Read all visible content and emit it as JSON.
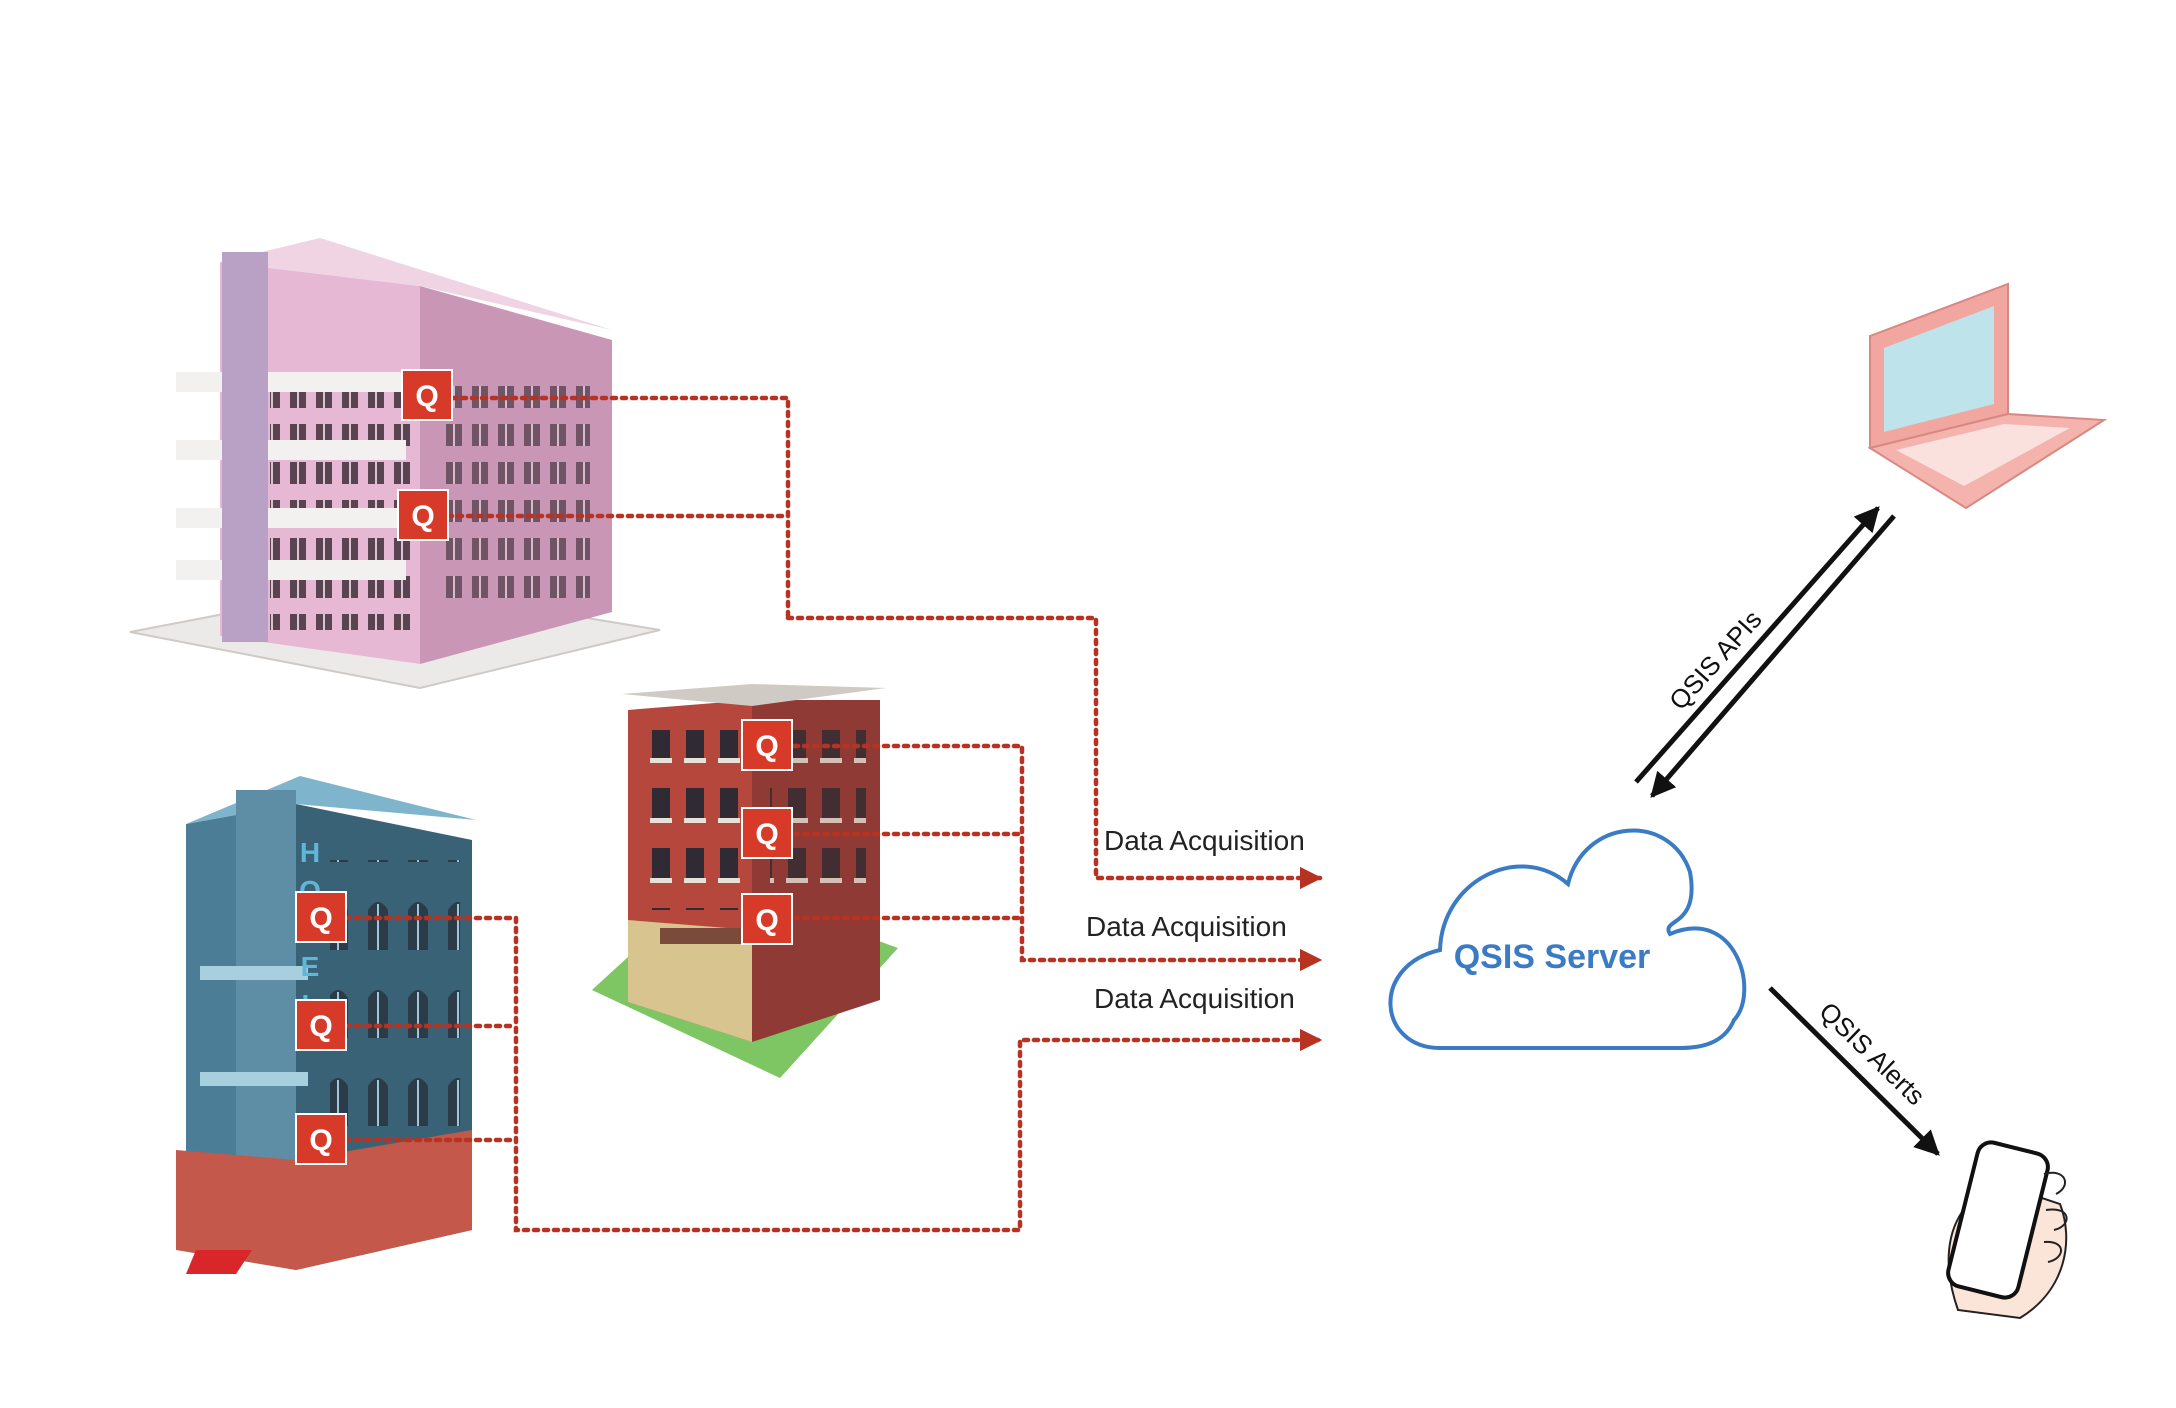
{
  "flows": [
    {
      "label": "Data Acquisition"
    },
    {
      "label": "Data Acquisition"
    },
    {
      "label": "Data Acquisition"
    }
  ],
  "server": {
    "label": "QSIS Server"
  },
  "apis": {
    "label": "QSIS APIs"
  },
  "alerts": {
    "label": "QSIS Alerts"
  },
  "sensor": {
    "label": "Q"
  },
  "hotel_sign": {
    "letters": [
      "H",
      "O",
      "T",
      "E",
      "L"
    ]
  },
  "colors": {
    "sensor_red": "#d83a2a",
    "dotted_line": "#b83222",
    "cloud_blue": "#3b7bc4",
    "building_pink": "#e6b8d4",
    "building_brick": "#b5473d",
    "building_teal": "#4c7d96",
    "laptop_pink": "#f2a6a0"
  },
  "icons": [
    "pink-building-icon",
    "brick-building-icon",
    "hotel-building-icon",
    "cloud-icon",
    "laptop-icon",
    "phone-in-hand-icon"
  ]
}
